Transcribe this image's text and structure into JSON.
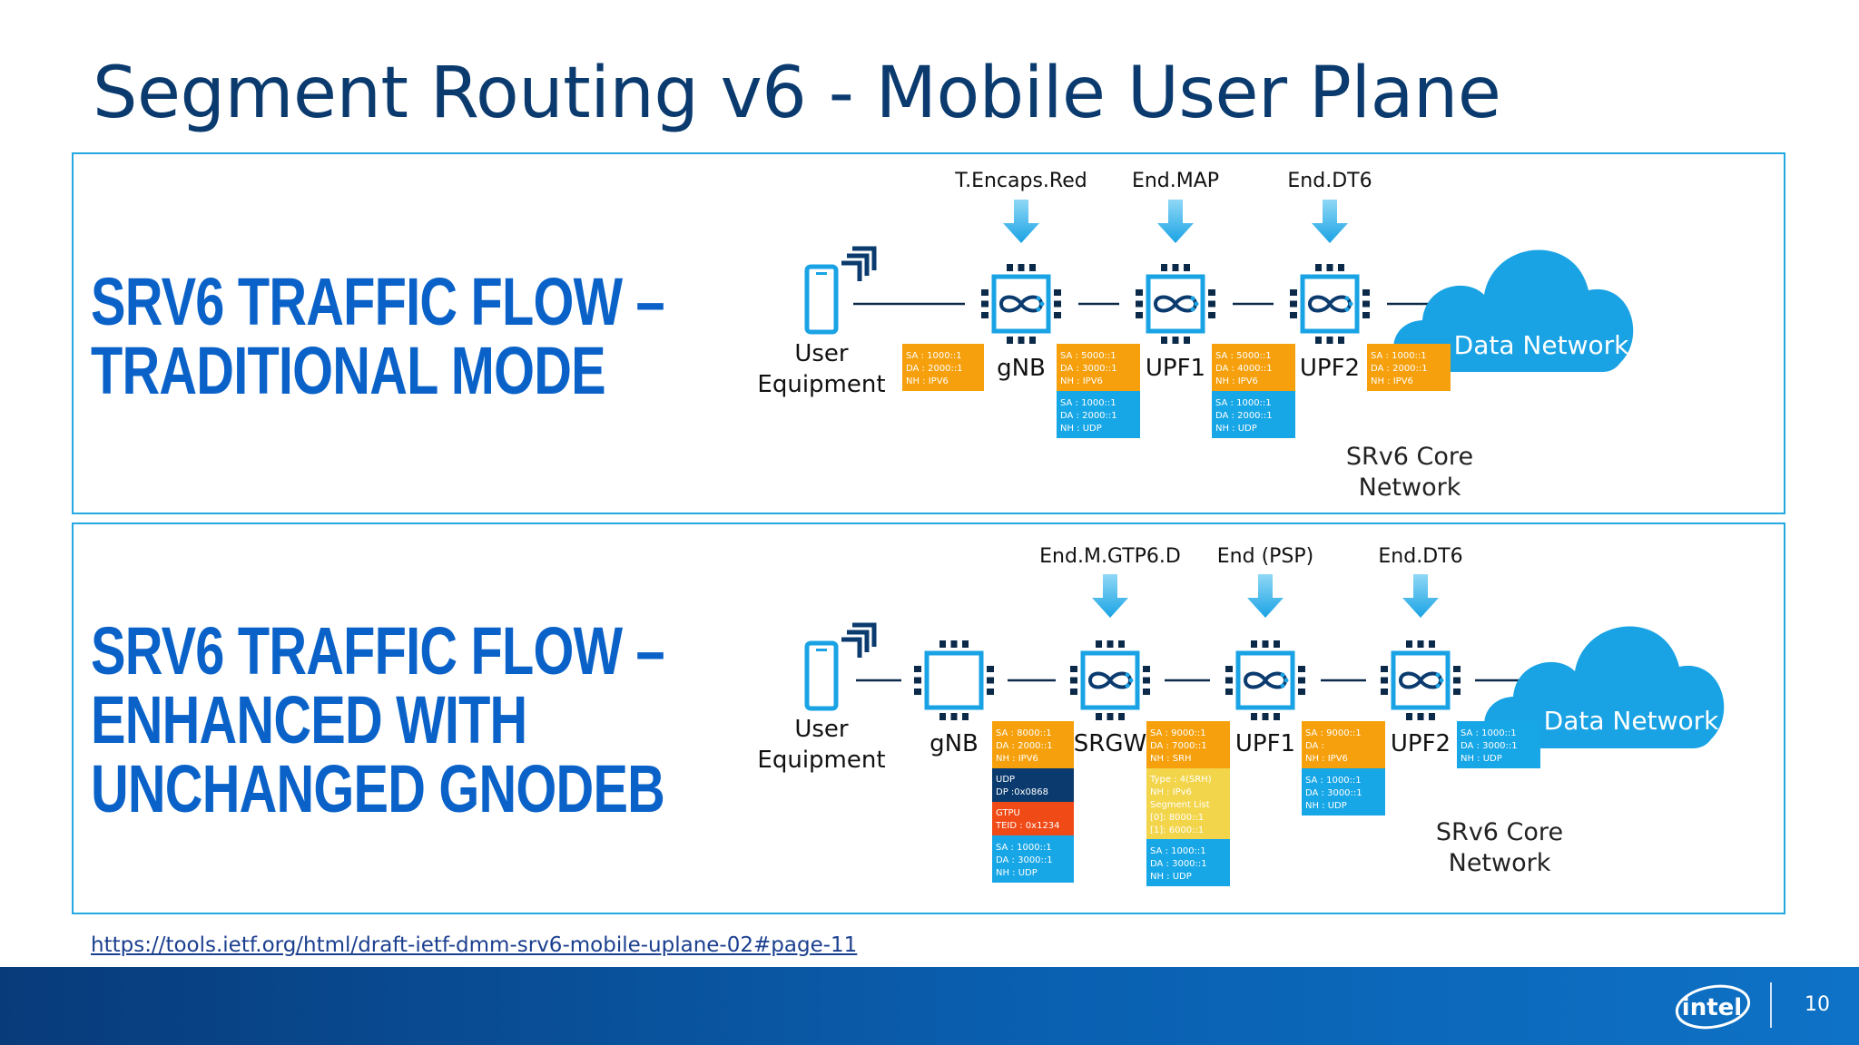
{
  "title": "Segment Routing v6 -  Mobile User Plane",
  "source_link": "https://tools.ietf.org/html/draft-ietf-dmm-srv6-mobile-uplane-02#page-11",
  "page_number": "10",
  "logo_text": "intel",
  "colors": {
    "accent": "#22a9e0",
    "heading": "#0a62c8",
    "orange": "#f5a00c",
    "blue": "#17a6e6",
    "navy": "#0b3b6e",
    "red": "#f04a17",
    "yellow": "#f2d54b"
  },
  "traditional": {
    "heading": [
      "SRV6 TRAFFIC FLOW –",
      "TRADITIONAL MODE"
    ],
    "ops": [
      "T.Encaps.Red",
      "End.MAP",
      "End.DT6"
    ],
    "nodes": [
      "User",
      "Equipment",
      "gNB",
      "UPF1",
      "UPF2"
    ],
    "data_network": "Data Network",
    "core": [
      "SRv6 Core",
      "Network"
    ],
    "headers": [
      [
        "SA : 1000::1",
        "DA : 2000::1",
        "NH : IPV6"
      ],
      [
        "SA : 5000::1",
        "DA : 3000::1",
        "NH : IPV6"
      ],
      [
        "SA : 1000::1",
        "DA : 2000::1",
        "NH : UDP"
      ],
      [
        "SA : 5000::1",
        "DA : 4000::1",
        "NH : IPV6"
      ],
      [
        "SA : 1000::1",
        "DA : 2000::1",
        "NH : UDP"
      ],
      [
        "SA : 1000::1",
        "DA : 2000::1",
        "NH : IPV6"
      ]
    ]
  },
  "enhanced": {
    "heading": [
      "SRV6 TRAFFIC FLOW –",
      "ENHANCED WITH",
      "UNCHANGED GNODEB"
    ],
    "ops": [
      "End.M.GTP6.D",
      "End (PSP)",
      "End.DT6"
    ],
    "nodes": [
      "User",
      "Equipment",
      "gNB",
      "SRGW",
      "UPF1",
      "UPF2"
    ],
    "data_network": "Data Network",
    "core": [
      "SRv6 Core",
      "Network"
    ],
    "headers": [
      [
        "SA : 8000::1",
        "DA : 2000::1",
        "NH : IPV6"
      ],
      [
        "UDP",
        "DP :0x0868"
      ],
      [
        "GTPU",
        "TEID : 0x1234"
      ],
      [
        "SA : 1000::1",
        "DA : 3000::1",
        "NH : UDP"
      ],
      [
        "SA : 9000::1",
        "DA : 7000::1",
        "NH : SRH"
      ],
      [
        "Type : 4(SRH)",
        "NH : IPv6",
        "Segment List",
        "[0]: 8000::1",
        "[1]: 6000::1"
      ],
      [
        "SA : 1000::1",
        "DA : 3000::1",
        "NH : UDP"
      ],
      [
        "SA : 9000::1",
        "DA :",
        "NH : IPV6"
      ],
      [
        "SA : 1000::1",
        "DA : 3000::1",
        "NH : UDP"
      ],
      [
        "SA : 1000::1",
        "DA : 3000::1",
        "NH : UDP"
      ]
    ]
  }
}
